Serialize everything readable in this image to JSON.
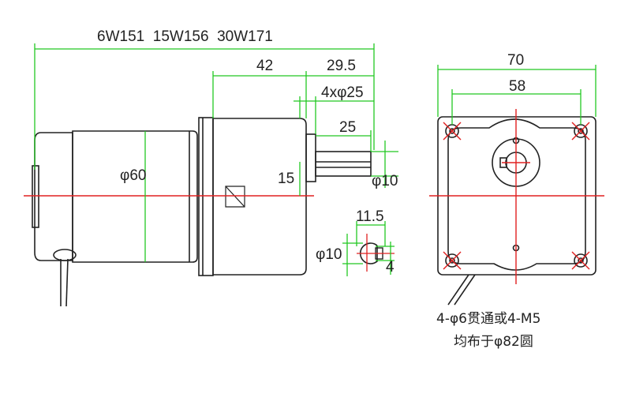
{
  "colors": {
    "dimension_line": "#22c822",
    "center_line": "#e02020",
    "outline": "#222222"
  },
  "dimensions": {
    "overall_length": "6W151  15W156  30W171",
    "gearbox_length": "42",
    "shaft_length": "29.5",
    "shoulder_diameter": "4xφ25",
    "key_length": "25",
    "motor_diameter": "φ60",
    "shaft_offset": "15",
    "shaft_diameter": "φ10",
    "key_flat_depth": "11.5",
    "section_diameter": "φ10",
    "key_width": "4",
    "flange_width": "70",
    "hole_spacing": "58"
  },
  "notes": {
    "line1": "4-φ6贯通或4-M5",
    "line2": "均布于φ82圆"
  }
}
